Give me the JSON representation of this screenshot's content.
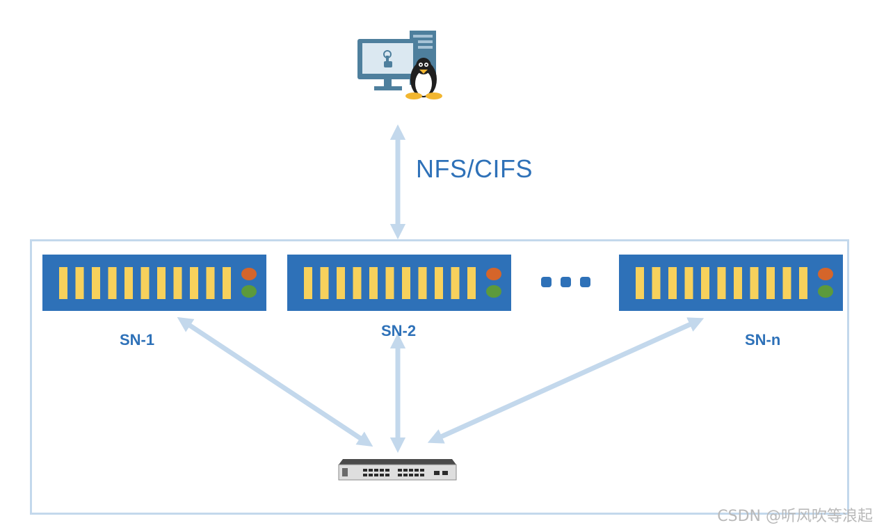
{
  "diagram": {
    "protocol_label": "NFS/CIFS",
    "nodes": [
      {
        "id": "sn1",
        "label": "SN-1"
      },
      {
        "id": "sn2",
        "label": "SN-2"
      },
      {
        "id": "snn",
        "label": "SN-n"
      }
    ],
    "ellipsis_dots": 3,
    "colors": {
      "server_body": "#2e71b8",
      "drive_slot": "#f7d15c",
      "led_top": "#d5652a",
      "led_bottom": "#5c9a3c",
      "arrow": "#c3d8ec",
      "frame": "#c3d8ec",
      "label_text": "#2e71b8"
    },
    "icons": {
      "client": "linux-workstation-icon",
      "switch": "network-switch-icon"
    }
  },
  "watermark": "CSDN @听风吹等浪起"
}
